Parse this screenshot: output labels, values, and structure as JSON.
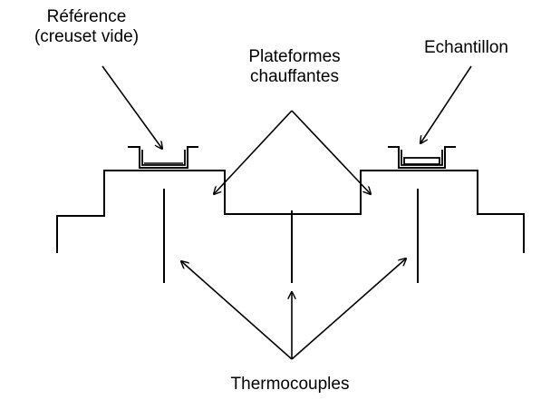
{
  "labels": {
    "reference_line1": "Référence",
    "reference_line2": "(creuset vide)",
    "plateformes_line1": "Plateformes",
    "plateformes_line2": "chauffantes",
    "echantillon": "Echantillon",
    "thermocouples": "Thermocouples"
  },
  "colors": {
    "stroke": "#000000",
    "background": "#ffffff"
  }
}
